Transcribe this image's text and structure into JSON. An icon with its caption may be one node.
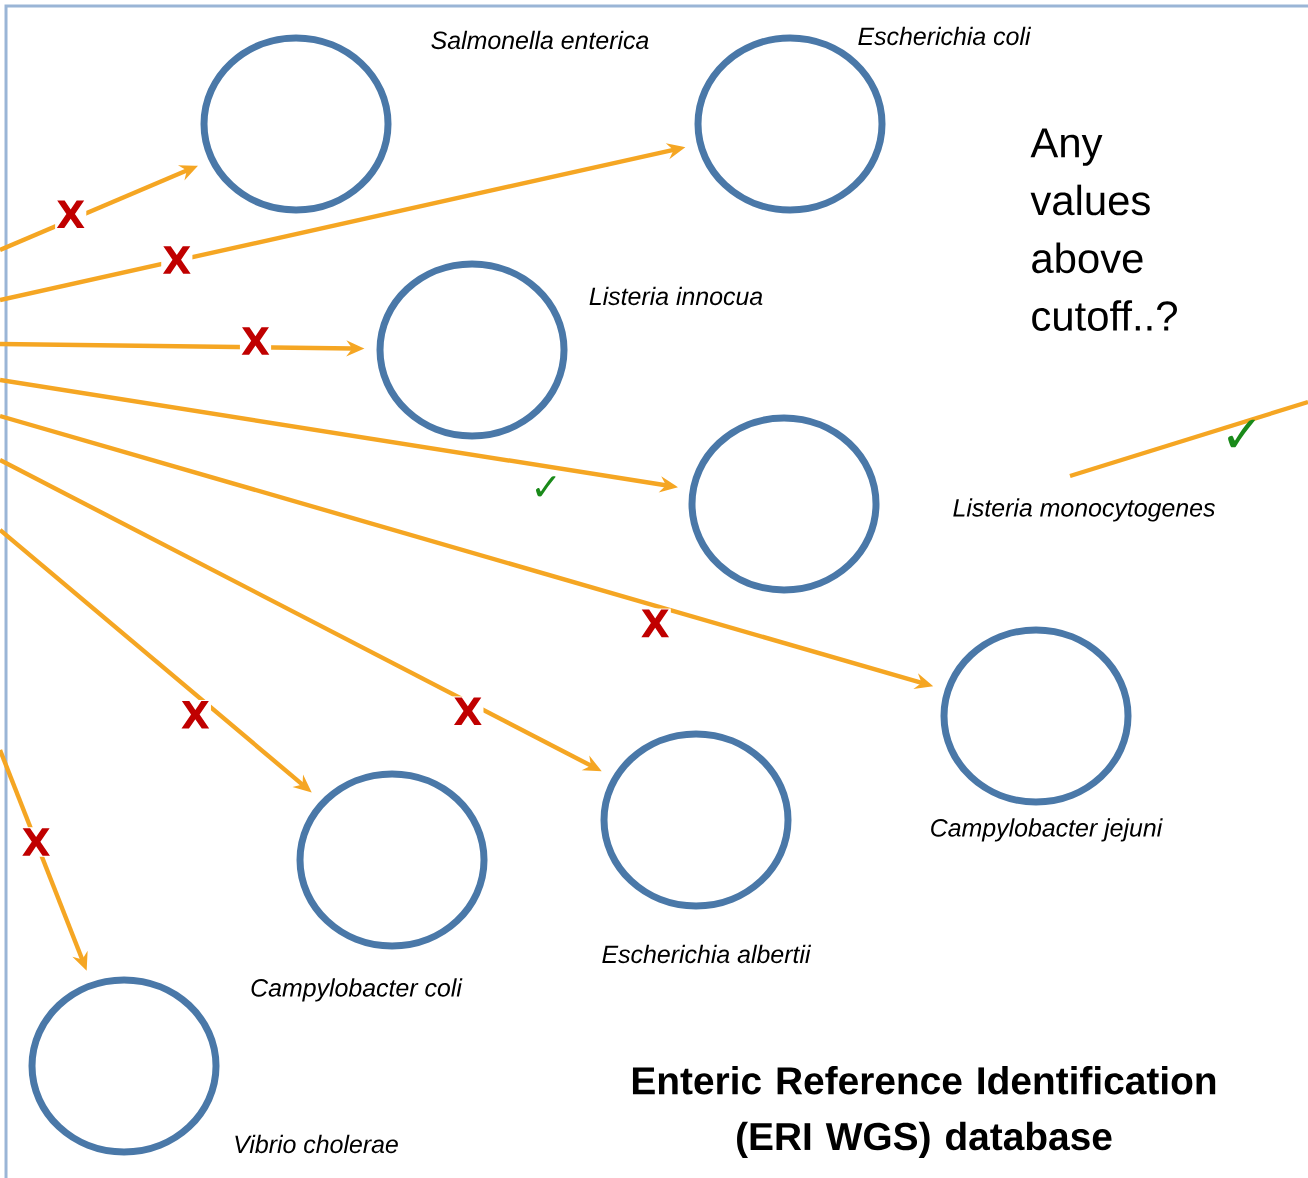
{
  "diagram": {
    "title": "Enteric Reference Identification (ERI WGS) database",
    "nodes": [
      {
        "text": [],
        "shape": "circle",
        "beside": [
          "Salmonella enterica"
        ]
      },
      {
        "text": [],
        "shape": "circle",
        "beside": [
          "Escherichia coli"
        ]
      },
      {
        "text": [],
        "shape": "circle",
        "beside": [
          "Listeria innocua"
        ]
      },
      {
        "text": [],
        "shape": "circle",
        "beside": [
          "Listeria monocytogenes"
        ]
      },
      {
        "text": [],
        "shape": "circle",
        "beside": [
          "Campylobacter jejuni"
        ]
      },
      {
        "text": [],
        "shape": "circle",
        "beside": [
          "Escherichia albertii"
        ]
      },
      {
        "text": [],
        "shape": "circle",
        "beside": [
          "Campylobacter coli"
        ]
      },
      {
        "text": [],
        "shape": "circle",
        "beside": [
          "Vibrio cholerae"
        ]
      }
    ],
    "edges": [
      {
        "from": null,
        "to": 0,
        "arrow": "to",
        "label": "X"
      },
      {
        "from": null,
        "to": 1,
        "arrow": "to",
        "label": "X"
      },
      {
        "from": null,
        "to": 2,
        "arrow": "to",
        "label": "X"
      },
      {
        "from": null,
        "to": 3,
        "arrow": "to",
        "label": "✓"
      },
      {
        "from": null,
        "to": 4,
        "arrow": "to",
        "label": "X"
      },
      {
        "from": null,
        "to": 5,
        "arrow": "to",
        "label": "X"
      },
      {
        "from": null,
        "to": 6,
        "arrow": "to",
        "label": "X"
      },
      {
        "from": null,
        "to": 7,
        "arrow": "to",
        "label": "X"
      }
    ],
    "labels": [
      "Any values above cutoff..?",
      "✓"
    ]
  }
}
